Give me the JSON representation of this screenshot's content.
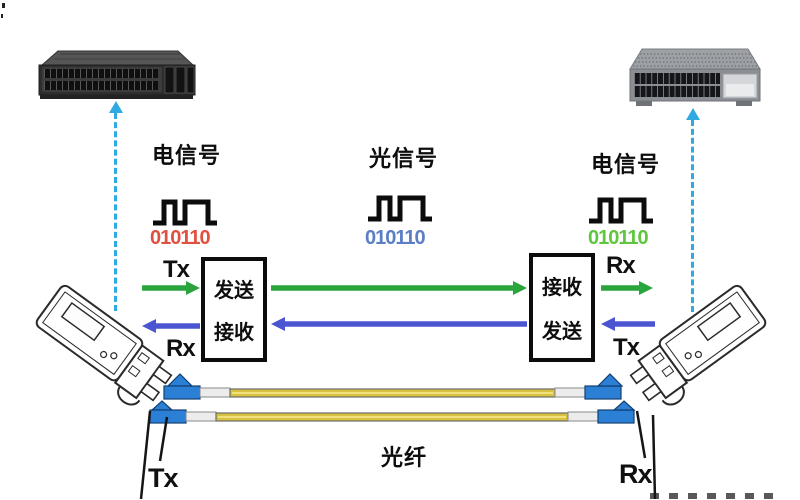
{
  "signals": {
    "left": {
      "label": "电信号",
      "bits": "010110",
      "bits_color": "#e0523f"
    },
    "middle": {
      "label": "光信号",
      "bits": "010110",
      "bits_color": "#5b7ec6"
    },
    "right": {
      "label": "电信号",
      "bits": "010110",
      "bits_color": "#5fc63e"
    }
  },
  "optical_module_left": {
    "line1": "发送",
    "line2": "接收"
  },
  "optical_module_right": {
    "line1": "接收",
    "line2": "发送"
  },
  "ports": {
    "left_tx": "Tx",
    "left_rx": "Rx",
    "right_rx": "Rx",
    "right_tx": "Tx",
    "fiber_left_tx": "Tx",
    "fiber_right_rx": "Rx"
  },
  "fiber_label": "光纤",
  "colors": {
    "transmit_arrow_green": "#2aa43c",
    "receive_arrow_blue": "#4b55d2",
    "uplink_dashed_blue": "#2fa9e2",
    "fiber_cable_yellow": "#d9c23f",
    "fiber_connector_blue": "#2b7fd4",
    "waveform_black": "#0c0c0c"
  }
}
